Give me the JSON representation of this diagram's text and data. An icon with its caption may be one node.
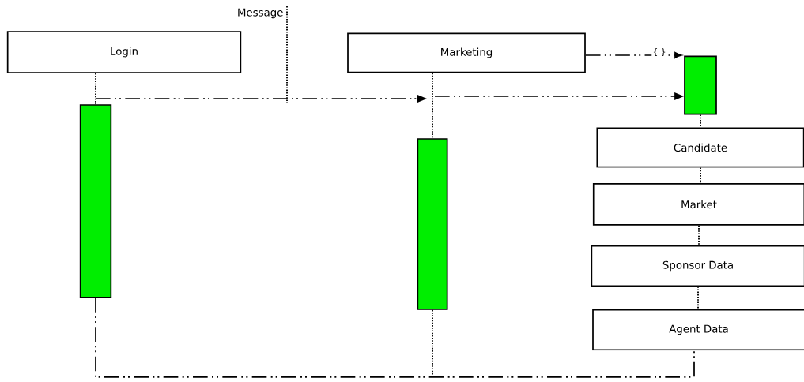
{
  "diagram": {
    "nodes": [
      {
        "text": [
          "Login"
        ]
      },
      {
        "text": [
          "Marketing"
        ]
      },
      {
        "text": [],
        "shape": "bar"
      },
      {
        "text": [
          "Candidate"
        ]
      },
      {
        "text": [
          "Market"
        ]
      },
      {
        "text": [
          "Sponsor Data"
        ]
      },
      {
        "text": [
          "Agent Data"
        ]
      },
      {
        "text": [],
        "shape": "bar"
      },
      {
        "text": [],
        "shape": "bar"
      }
    ],
    "edges": [
      {
        "from": 7,
        "to": null,
        "arrow": "to",
        "style": "dashed"
      },
      {
        "from": 1,
        "to": 2,
        "arrow": "to",
        "style": "dashed"
      },
      {
        "from": 1,
        "to": 2,
        "arrow": "to",
        "style": "dashed",
        "label": "{ }"
      },
      {
        "from": 0,
        "to": 7,
        "arrow": "none"
      },
      {
        "from": 1,
        "to": 8,
        "arrow": "none"
      },
      {
        "from": 2,
        "to": 3,
        "arrow": "none"
      },
      {
        "from": 3,
        "to": 4,
        "arrow": "none"
      },
      {
        "from": 4,
        "to": 5,
        "arrow": "none"
      },
      {
        "from": 5,
        "to": 6,
        "arrow": "none"
      },
      {
        "from": 7,
        "to": 6,
        "arrow": "none",
        "style": "dashed"
      },
      {
        "from": 8,
        "to": null,
        "arrow": "none"
      }
    ],
    "labels": [
      "Message"
    ]
  }
}
